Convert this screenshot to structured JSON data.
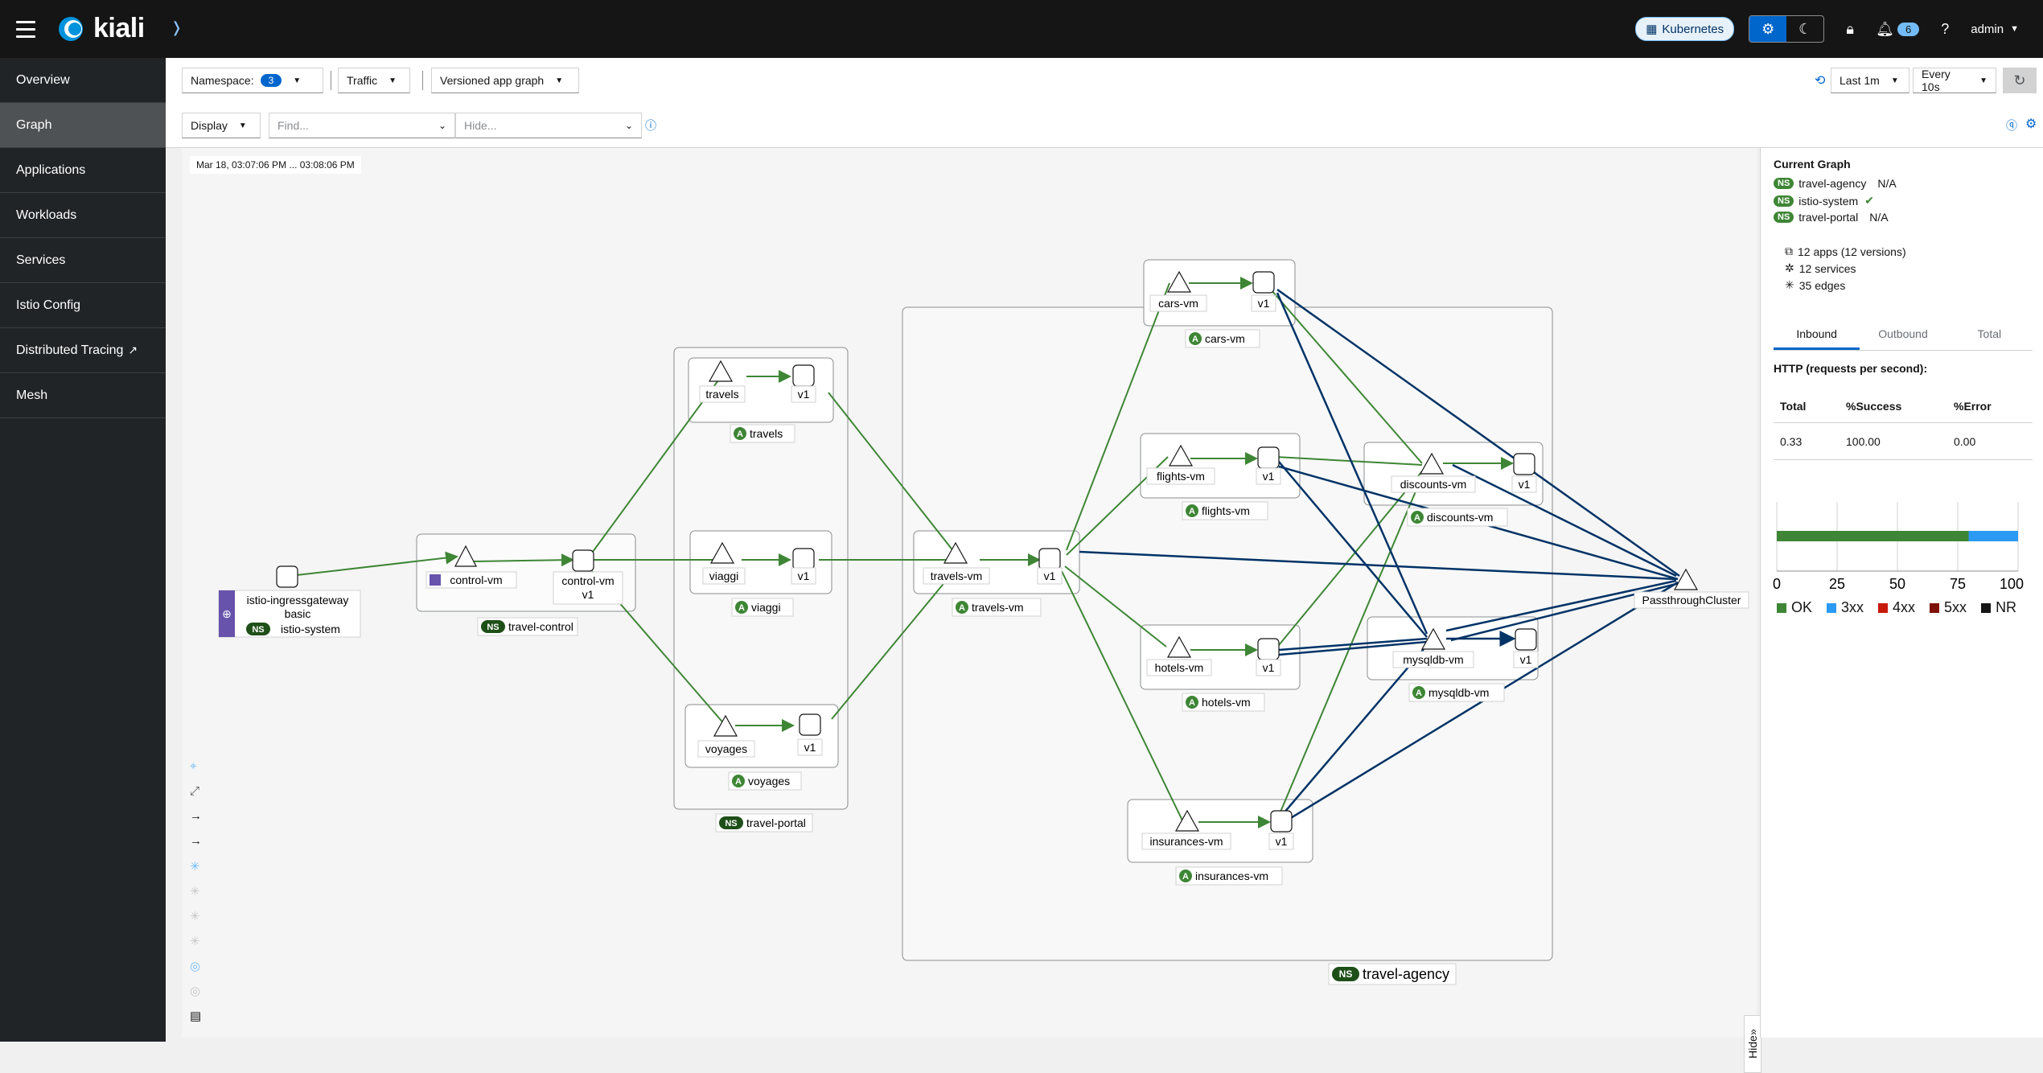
{
  "app": {
    "name": "kiali",
    "cluster": "Kubernetes",
    "notifications": "6",
    "user": "admin"
  },
  "nav": {
    "items": [
      {
        "label": "Overview"
      },
      {
        "label": "Graph"
      },
      {
        "label": "Applications"
      },
      {
        "label": "Workloads"
      },
      {
        "label": "Services"
      },
      {
        "label": "Istio Config"
      },
      {
        "label": "Distributed Tracing"
      },
      {
        "label": "Mesh"
      }
    ]
  },
  "toolbar": {
    "namespace_label": "Namespace:",
    "namespace_count": "3",
    "traffic_label": "Traffic",
    "graph_type": "Versioned app graph",
    "duration": "Last 1m",
    "refresh": "Every 10s",
    "display_label": "Display",
    "find_placeholder": "Find...",
    "hide_placeholder": "Hide..."
  },
  "graph": {
    "time_range": "Mar 18, 03:07:06 PM ... 03:08:06 PM",
    "namespaces": {
      "control": "travel-control",
      "portal": "travel-portal",
      "agency": "travel-agency",
      "istio": "istio-system"
    },
    "apps": {
      "travels": "travels",
      "viaggi": "viaggi",
      "voyages": "voyages",
      "travels_vm": "travels-vm",
      "cars_vm": "cars-vm",
      "flights_vm": "flights-vm",
      "hotels_vm": "hotels-vm",
      "insurances_vm": "insurances-vm",
      "discounts_vm": "discounts-vm",
      "mysqldb_vm": "mysqldb-vm"
    },
    "nodes": {
      "ingress_line1": "istio-ingressgateway",
      "ingress_line2": "basic",
      "control_vm": "control-vm",
      "control_vm_version": "control-vm",
      "passthrough": "PassthroughCluster",
      "version": "v1",
      "ns_badge": "NS",
      "app_badge": "A"
    },
    "hide_label": "Hide"
  },
  "panel": {
    "title": "Current Graph",
    "namespaces": [
      {
        "name": "travel-agency",
        "status": "N/A"
      },
      {
        "name": "istio-system",
        "status": ""
      },
      {
        "name": "travel-portal",
        "status": "N/A"
      }
    ],
    "apps": "12 apps (12 versions)",
    "services": "12 services",
    "edges": "35 edges",
    "tabs": [
      "Inbound",
      "Outbound",
      "Total"
    ],
    "http_title": "HTTP (requests per second):",
    "table_headers": [
      "Total",
      "%Success",
      "%Error"
    ],
    "table_values": [
      "0.33",
      "100.00",
      "0.00"
    ],
    "bar": {
      "ok_pct": 79.5,
      "x3xx_pct": 20.5
    },
    "axis_ticks": [
      "0",
      "25",
      "50",
      "75",
      "100"
    ],
    "legend": [
      {
        "label": "OK",
        "color": "#3e8635"
      },
      {
        "label": "3xx",
        "color": "#2b9af3"
      },
      {
        "label": "4xx",
        "color": "#c9190b"
      },
      {
        "label": "5xx",
        "color": "#7d1007"
      },
      {
        "label": "NR",
        "color": "#151515"
      }
    ]
  }
}
